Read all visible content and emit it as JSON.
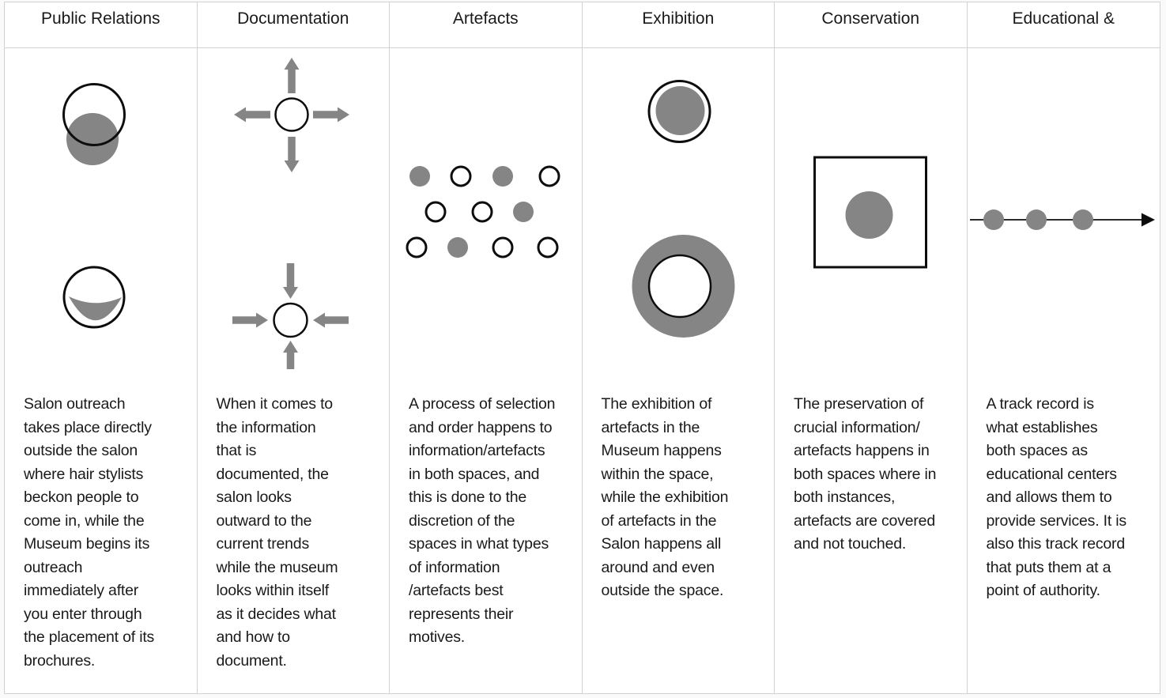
{
  "colors": {
    "shape_gray": "#858585",
    "outline_black": "#0d0d0d",
    "border_gray": "#d2d2d2",
    "text": "#1a1a1a"
  },
  "columns": [
    {
      "header": "Public Relations",
      "icons": [
        "overlapping-circles-icon",
        "crescent-in-circle-icon"
      ],
      "description": "Salon outreach\ntakes place directly\noutside the salon\nwhere hair stylists\nbeckon people to\ncome in, while the\nMuseum begins its\noutreach\nimmediately after\nyou enter through\nthe placement of its\nbrochures."
    },
    {
      "header": "Documentation",
      "icons": [
        "outward-arrows-icon",
        "inward-arrows-icon"
      ],
      "description": "When it comes to\nthe information\nthat is\ndocumented, the\nsalon looks\noutward to the\ncurrent trends\nwhile the museum\nlooks within itself\nas it decides what\nand how to\ndocument."
    },
    {
      "header": "Artefacts",
      "icons": [
        "scattered-dots-icon"
      ],
      "description": "A process of selection\nand order happens to\ninformation/artefacts\nin both spaces, and\nthis is done to the\ndiscretion of the\nspaces in what types\nof information\n/artefacts best\nrepresents their\nmotives."
    },
    {
      "header": "Exhibition",
      "icons": [
        "filled-circle-in-ring-icon",
        "donut-ring-icon"
      ],
      "description": "The exhibition of\nartefacts in the\nMuseum happens\nwithin the space,\nwhile the exhibition\nof artefacts in the\nSalon happens all\naround and even\noutside the space."
    },
    {
      "header": "Conservation",
      "icons": [
        "circle-in-square-icon"
      ],
      "description": "The preservation of\ncrucial information/\nartefacts happens in\nboth spaces where in\nboth instances,\nartefacts are covered\nand not touched."
    },
    {
      "header": "Educational &",
      "icons": [
        "dots-on-arrow-timeline-icon"
      ],
      "description": "A track record is\nwhat establishes\nboth spaces as\neducational centers\nand allows them to\nprovide services. It is\nalso this track record\nthat puts them at a\npoint of authority."
    }
  ]
}
